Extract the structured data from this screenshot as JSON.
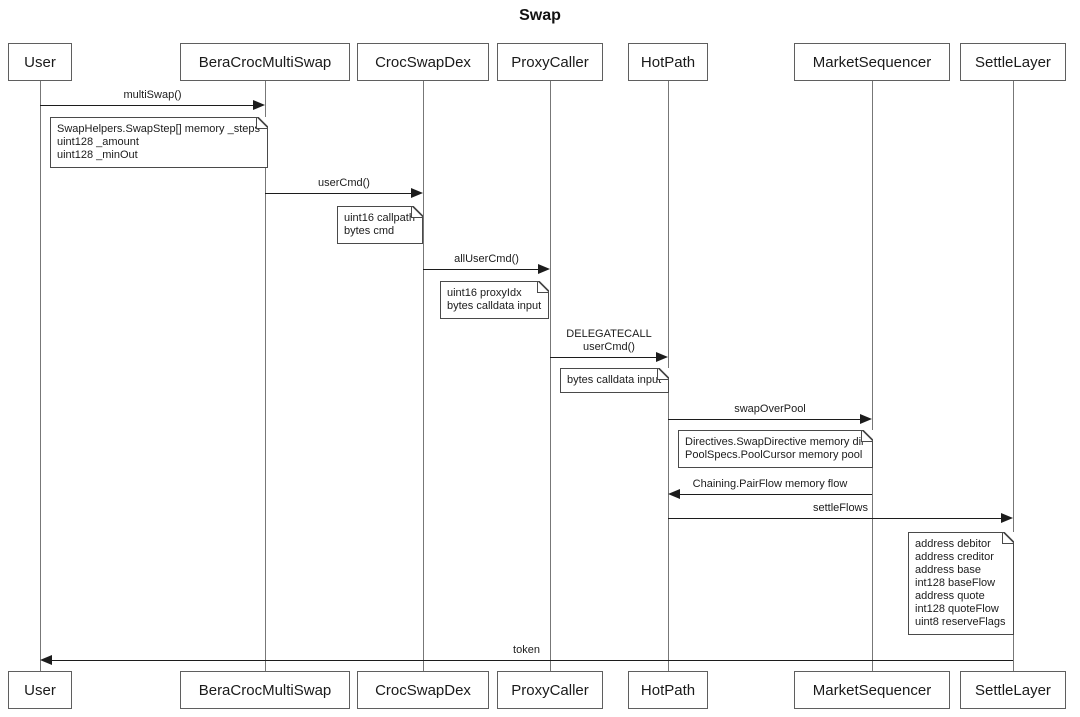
{
  "title": "Swap",
  "diagram": {
    "type": "sequence-diagram",
    "participants": [
      {
        "name": "User"
      },
      {
        "name": "BeraCrocMultiSwap"
      },
      {
        "name": "CrocSwapDex"
      },
      {
        "name": "ProxyCaller"
      },
      {
        "name": "HotPath"
      },
      {
        "name": "MarketSequencer"
      },
      {
        "name": "SettleLayer"
      }
    ],
    "messages": [
      {
        "from": "User",
        "to": "BeraCrocMultiSwap",
        "label": "multiSwap()"
      },
      {
        "from": "BeraCrocMultiSwap",
        "to": "CrocSwapDex",
        "label": "userCmd()"
      },
      {
        "from": "CrocSwapDex",
        "to": "ProxyCaller",
        "label": "allUserCmd()"
      },
      {
        "from": "ProxyCaller",
        "to": "HotPath",
        "label": "DELEGATECALL\nuserCmd()"
      },
      {
        "from": "HotPath",
        "to": "MarketSequencer",
        "label": "swapOverPool"
      },
      {
        "from": "MarketSequencer",
        "to": "HotPath",
        "label": "Chaining.PairFlow memory flow"
      },
      {
        "from": "HotPath",
        "to": "SettleLayer",
        "label": "settleFlows"
      },
      {
        "from": "SettleLayer",
        "to": "User",
        "label": "token"
      }
    ],
    "notes": [
      {
        "attached_to": "multiSwap()",
        "lines": [
          "SwapHelpers.SwapStep[] memory _steps",
          "uint128 _amount",
          "uint128 _minOut"
        ]
      },
      {
        "attached_to": "userCmd()",
        "lines": [
          "uint16 callpath",
          "bytes cmd"
        ]
      },
      {
        "attached_to": "allUserCmd()",
        "lines": [
          "uint16 proxyIdx",
          "bytes calldata input"
        ]
      },
      {
        "attached_to": "DELEGATECALL userCmd()",
        "lines": [
          "bytes calldata input"
        ]
      },
      {
        "attached_to": "swapOverPool",
        "lines": [
          "Directives.SwapDirective memory dir",
          "PoolSpecs.PoolCursor memory pool"
        ]
      },
      {
        "attached_to": "settleFlows",
        "lines": [
          "address debitor",
          "address creditor",
          "address base",
          "int128 baseFlow",
          "address quote",
          "int128 quoteFlow",
          "uint8 reserveFlags"
        ]
      }
    ],
    "colors": {
      "background": "#ffffff",
      "box_border": "#5f5f5f",
      "line": "#1c1c1c",
      "lifeline": "#777777",
      "text": "#1a1a1a"
    }
  }
}
